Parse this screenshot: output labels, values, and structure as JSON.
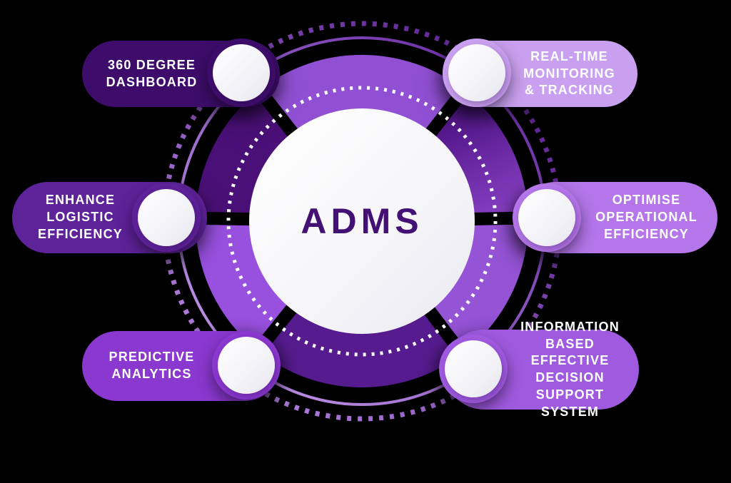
{
  "background_color": "#000000",
  "center": {
    "label": "ADMS",
    "text_color": "#421173",
    "circle_color": "#f6f6f9"
  },
  "nodes": [
    {
      "id": "360-degree-dashboard",
      "label": "360 DEGREE\nDASHBOARD",
      "position": "top-left",
      "color": "#3e0d6b"
    },
    {
      "id": "real-time-monitoring-tracking",
      "label": "REAL-TIME\nMONITORING\n& TRACKING",
      "position": "top-right",
      "color": "#c9a0ef"
    },
    {
      "id": "enhance-logistic-efficiency",
      "label": "ENHANCE\nLOGISTIC\nEFFICIENCY",
      "position": "middle-left",
      "color": "#5e2299"
    },
    {
      "id": "optimise-operational-efficiency",
      "label": "OPTIMISE\nOPERATIONAL\nEFFICIENCY",
      "position": "middle-right",
      "color": "#b476e9"
    },
    {
      "id": "predictive-analytics",
      "label": "PREDICTIVE\nANALYTICS",
      "position": "bottom-left",
      "color": "#8a38cf"
    },
    {
      "id": "information-based-effective-decision-support-system",
      "label": "INFORMATION\nBASED EFFECTIVE\nDECISION\nSUPPORT SYSTEM",
      "position": "bottom-right",
      "color": "#a05ae0"
    }
  ],
  "wheel": {
    "connector_color": "#000000",
    "sectors": [
      {
        "position": "top",
        "color": "#9150d4"
      },
      {
        "position": "upper-right",
        "color_from": "#4c1282",
        "color_to": "#8a42c6"
      },
      {
        "position": "lower-right",
        "color": "#9553d6"
      },
      {
        "position": "bottom",
        "color": "#561b8e"
      },
      {
        "position": "lower-left",
        "color": "#9850df"
      },
      {
        "position": "upper-left",
        "color": "#4a1077"
      }
    ],
    "rings": {
      "inner_dotted_color": "#ffffff",
      "solid_color_from": "#c9a0ee",
      "solid_color_to": "#61209f",
      "outer_dotted_color_from": "#bd8ce8",
      "outer_dotted_color_to": "#521689"
    }
  }
}
